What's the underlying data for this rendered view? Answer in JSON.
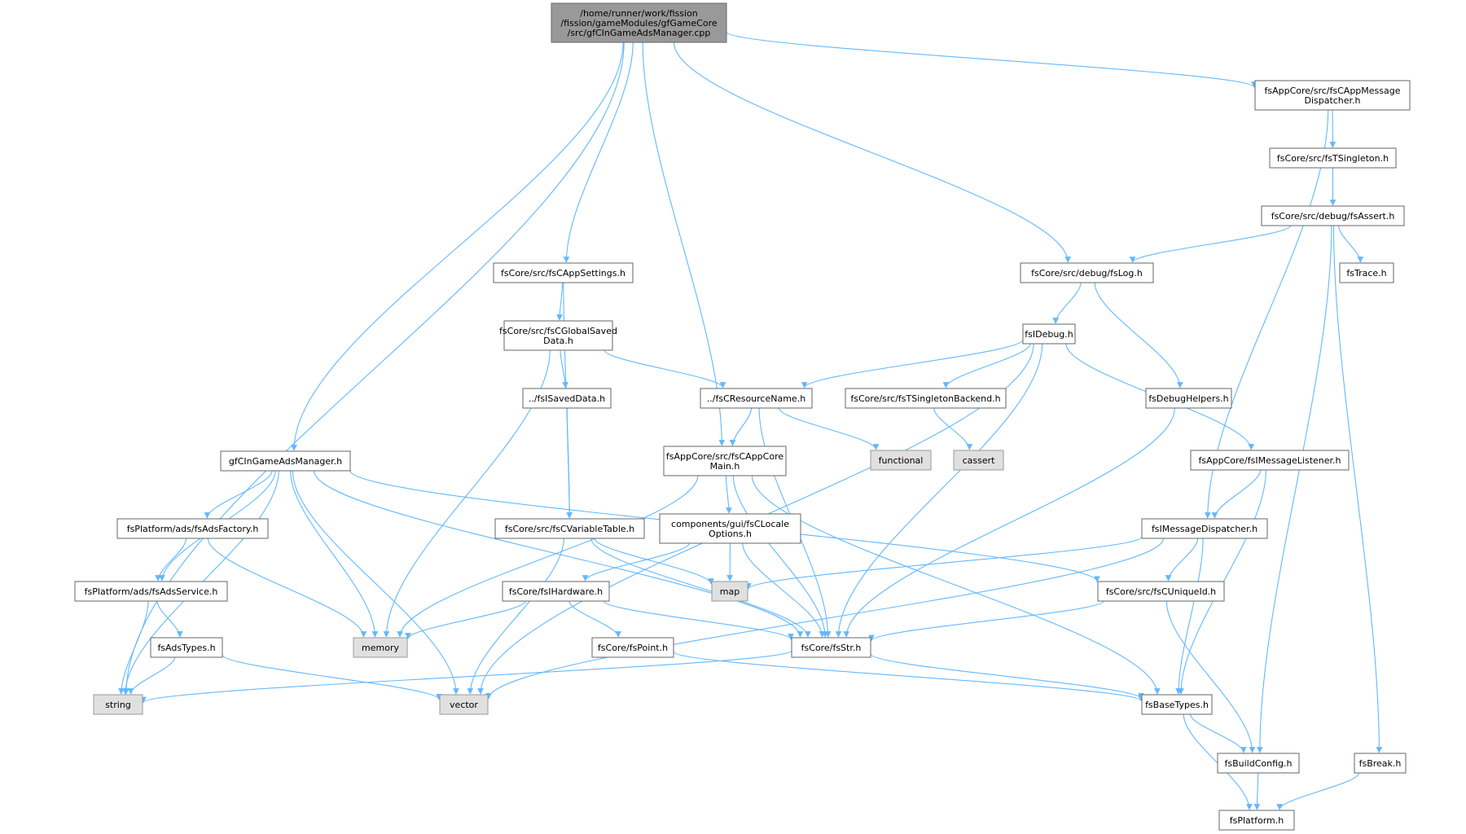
{
  "nodes": [
    {
      "id": "root",
      "kind": "root",
      "lines": [
        "/home/runner/work/fission",
        "/fission/gameModules/gfGameCore",
        "/src/gfCInGameAdsManager.cpp"
      ]
    },
    {
      "id": "msgdispatcher",
      "kind": "file",
      "lines": [
        "fsAppCore/src/fsCAppMessage",
        "Dispatcher.h"
      ]
    },
    {
      "id": "tsingleton",
      "kind": "file",
      "lines": [
        "fsCore/src/fsTSingleton.h"
      ]
    },
    {
      "id": "assert",
      "kind": "file",
      "lines": [
        "fsCore/src/debug/fsAssert.h"
      ]
    },
    {
      "id": "appsettings",
      "kind": "file",
      "lines": [
        "fsCore/src/fsCAppSettings.h"
      ]
    },
    {
      "id": "log",
      "kind": "file",
      "lines": [
        "fsCore/src/debug/fsLog.h"
      ]
    },
    {
      "id": "trace",
      "kind": "file",
      "lines": [
        "fsTrace.h"
      ]
    },
    {
      "id": "globalsaved",
      "kind": "file",
      "lines": [
        "fsCore/src/fsCGlobalSaved",
        "Data.h"
      ]
    },
    {
      "id": "idebug",
      "kind": "file",
      "lines": [
        "fsIDebug.h"
      ]
    },
    {
      "id": "isaveddata",
      "kind": "file",
      "lines": [
        "../fsISavedData.h"
      ]
    },
    {
      "id": "resourcename",
      "kind": "file",
      "lines": [
        "../fsCResourceName.h"
      ]
    },
    {
      "id": "singletonbackend",
      "kind": "file",
      "lines": [
        "fsCore/src/fsTSingletonBackend.h"
      ]
    },
    {
      "id": "debughelpers",
      "kind": "file",
      "lines": [
        "fsDebugHelpers.h"
      ]
    },
    {
      "id": "adsmanager",
      "kind": "file",
      "lines": [
        "gfCInGameAdsManager.h"
      ]
    },
    {
      "id": "appcoremain",
      "kind": "file",
      "lines": [
        "fsAppCore/src/fsCAppCore",
        "Main.h"
      ]
    },
    {
      "id": "functional",
      "kind": "sys",
      "lines": [
        "functional"
      ]
    },
    {
      "id": "cassert",
      "kind": "sys",
      "lines": [
        "cassert"
      ]
    },
    {
      "id": "msglistener",
      "kind": "file",
      "lines": [
        "fsAppCore/fsIMessageListener.h"
      ]
    },
    {
      "id": "adsfactory",
      "kind": "file",
      "lines": [
        "fsPlatform/ads/fsAdsFactory.h"
      ]
    },
    {
      "id": "variabletable",
      "kind": "file",
      "lines": [
        "fsCore/src/fsCVariableTable.h"
      ]
    },
    {
      "id": "localeoptions",
      "kind": "file",
      "lines": [
        "components/gui/fsCLocale",
        "Options.h"
      ]
    },
    {
      "id": "imsgdispatcher",
      "kind": "file",
      "lines": [
        "fsIMessageDispatcher.h"
      ]
    },
    {
      "id": "adsservice",
      "kind": "file",
      "lines": [
        "fsPlatform/ads/fsAdsService.h"
      ]
    },
    {
      "id": "ihardware",
      "kind": "file",
      "lines": [
        "fsCore/fsIHardware.h"
      ]
    },
    {
      "id": "map",
      "kind": "sys",
      "lines": [
        "map"
      ]
    },
    {
      "id": "uniqueid",
      "kind": "file",
      "lines": [
        "fsCore/src/fsCUniqueId.h"
      ]
    },
    {
      "id": "adstypes",
      "kind": "file",
      "lines": [
        "fsAdsTypes.h"
      ]
    },
    {
      "id": "memory",
      "kind": "sys",
      "lines": [
        "memory"
      ]
    },
    {
      "id": "point",
      "kind": "file",
      "lines": [
        "fsCore/fsPoint.h"
      ]
    },
    {
      "id": "str",
      "kind": "file",
      "lines": [
        "fsCore/fsStr.h"
      ]
    },
    {
      "id": "string",
      "kind": "sys",
      "lines": [
        "string"
      ]
    },
    {
      "id": "vector",
      "kind": "sys",
      "lines": [
        "vector"
      ]
    },
    {
      "id": "basetypes",
      "kind": "file",
      "lines": [
        "fsBaseTypes.h"
      ]
    },
    {
      "id": "buildconfig",
      "kind": "file",
      "lines": [
        "fsBuildConfig.h"
      ]
    },
    {
      "id": "break",
      "kind": "file",
      "lines": [
        "fsBreak.h"
      ]
    },
    {
      "id": "platform",
      "kind": "file",
      "lines": [
        "fsPlatform.h"
      ]
    }
  ],
  "edges": [
    [
      "root",
      "string"
    ],
    [
      "root",
      "adsmanager"
    ],
    [
      "root",
      "appsettings"
    ],
    [
      "root",
      "appcoremain"
    ],
    [
      "root",
      "log"
    ],
    [
      "root",
      "msgdispatcher"
    ],
    [
      "msgdispatcher",
      "tsingleton"
    ],
    [
      "msgdispatcher",
      "imsgdispatcher"
    ],
    [
      "tsingleton",
      "assert"
    ],
    [
      "assert",
      "log"
    ],
    [
      "assert",
      "trace"
    ],
    [
      "assert",
      "buildconfig"
    ],
    [
      "assert",
      "break"
    ],
    [
      "appsettings",
      "globalsaved"
    ],
    [
      "appsettings",
      "variabletable"
    ],
    [
      "log",
      "idebug"
    ],
    [
      "log",
      "debughelpers"
    ],
    [
      "globalsaved",
      "memory"
    ],
    [
      "globalsaved",
      "isaveddata"
    ],
    [
      "globalsaved",
      "resourcename"
    ],
    [
      "idebug",
      "resourcename"
    ],
    [
      "idebug",
      "singletonbackend"
    ],
    [
      "idebug",
      "msglistener"
    ],
    [
      "idebug",
      "str"
    ],
    [
      "idebug",
      "vector"
    ],
    [
      "isaveddata",
      "variabletable"
    ],
    [
      "resourcename",
      "appcoremain"
    ],
    [
      "resourcename",
      "functional"
    ],
    [
      "resourcename",
      "str"
    ],
    [
      "singletonbackend",
      "cassert"
    ],
    [
      "debughelpers",
      "str"
    ],
    [
      "adsmanager",
      "string"
    ],
    [
      "adsmanager",
      "adsservice"
    ],
    [
      "adsmanager",
      "adsfactory"
    ],
    [
      "adsmanager",
      "vector"
    ],
    [
      "adsmanager",
      "memory"
    ],
    [
      "adsmanager",
      "str"
    ],
    [
      "adsmanager",
      "uniqueid"
    ],
    [
      "appcoremain",
      "memory"
    ],
    [
      "appcoremain",
      "localeoptions"
    ],
    [
      "appcoremain",
      "str"
    ],
    [
      "appcoremain",
      "basetypes"
    ],
    [
      "msglistener",
      "imsgdispatcher"
    ],
    [
      "msglistener",
      "basetypes"
    ],
    [
      "adsfactory",
      "adsservice"
    ],
    [
      "adsfactory",
      "memory"
    ],
    [
      "variabletable",
      "vector"
    ],
    [
      "variabletable",
      "map"
    ],
    [
      "variabletable",
      "str"
    ],
    [
      "localeoptions",
      "ihardware"
    ],
    [
      "localeoptions",
      "map"
    ],
    [
      "localeoptions",
      "str"
    ],
    [
      "imsgdispatcher",
      "map"
    ],
    [
      "imsgdispatcher",
      "uniqueid"
    ],
    [
      "imsgdispatcher",
      "vector"
    ],
    [
      "imsgdispatcher",
      "basetypes"
    ],
    [
      "adsservice",
      "string"
    ],
    [
      "adsservice",
      "adstypes"
    ],
    [
      "ihardware",
      "memory"
    ],
    [
      "ihardware",
      "point"
    ],
    [
      "ihardware",
      "str"
    ],
    [
      "uniqueid",
      "str"
    ],
    [
      "uniqueid",
      "buildconfig"
    ],
    [
      "adstypes",
      "string"
    ],
    [
      "adstypes",
      "vector"
    ],
    [
      "point",
      "basetypes"
    ],
    [
      "str",
      "string"
    ],
    [
      "str",
      "basetypes"
    ],
    [
      "basetypes",
      "buildconfig"
    ],
    [
      "basetypes",
      "platform"
    ],
    [
      "buildconfig",
      "platform"
    ],
    [
      "break",
      "platform"
    ]
  ]
}
